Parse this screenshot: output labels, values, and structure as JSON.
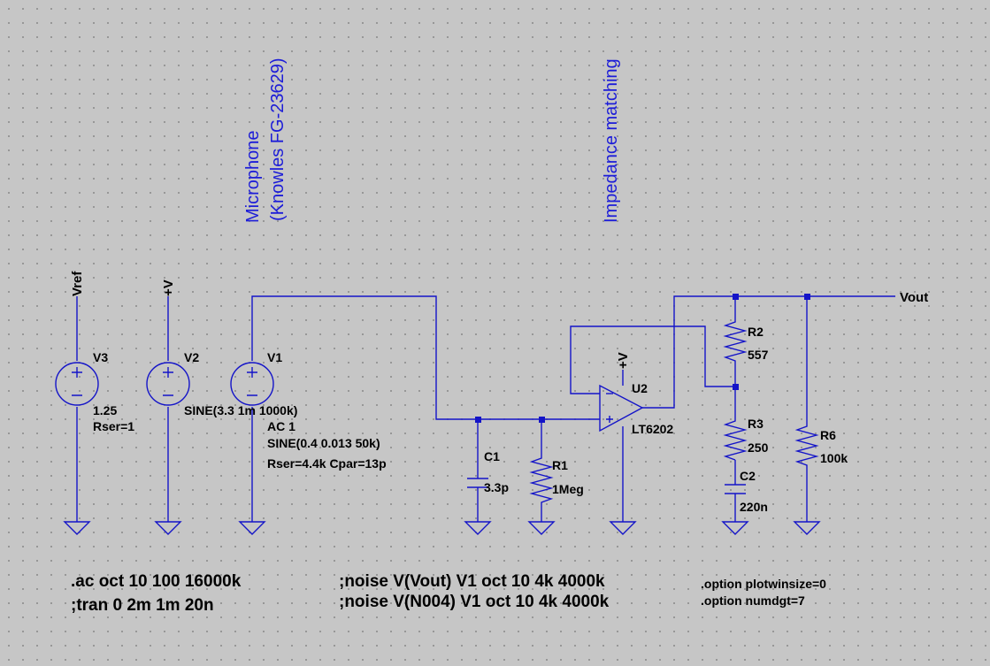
{
  "titles": {
    "microphone_line1": "Microphone",
    "microphone_line2": "(Knowles FG-23629)",
    "impedance": "Impedance matching"
  },
  "nets": {
    "vref": "Vref",
    "plus_v": "+V",
    "vout": "Vout"
  },
  "components": {
    "v3": {
      "name": "V3",
      "value": "1.25",
      "param": "Rser=1"
    },
    "v2": {
      "name": "V2",
      "value": "SINE(3.3 1m 1000k)"
    },
    "v1": {
      "name": "V1",
      "ac": "AC 1",
      "value": "SINE(0.4 0.013 50k)",
      "param": "Rser=4.4k Cpar=13p"
    },
    "c1": {
      "name": "C1",
      "value": "3.3p"
    },
    "r1": {
      "name": "R1",
      "value": "1Meg"
    },
    "u2": {
      "name": "U2",
      "value": "LT6202",
      "supply": "+V"
    },
    "r2": {
      "name": "R2",
      "value": "557"
    },
    "r3": {
      "name": "R3",
      "value": "250"
    },
    "c2": {
      "name": "C2",
      "value": "220n"
    },
    "r6": {
      "name": "R6",
      "value": "100k"
    }
  },
  "directives": {
    "ac": ".ac oct 10 100 16000k",
    "tran": ";tran 0 2m 1m 20n",
    "noise1": ";noise V(Vout) V1 oct 10 4k 4000k",
    "noise2": ";noise V(N004) V1 oct 10 4k 4000k",
    "opt1": ".option plotwinsize=0",
    "opt2": ".option numdgt=7"
  },
  "colors": {
    "background": "#c6c6c6",
    "wire": "#1414c8",
    "comment": "#1c1cd8",
    "text": "#000000"
  }
}
